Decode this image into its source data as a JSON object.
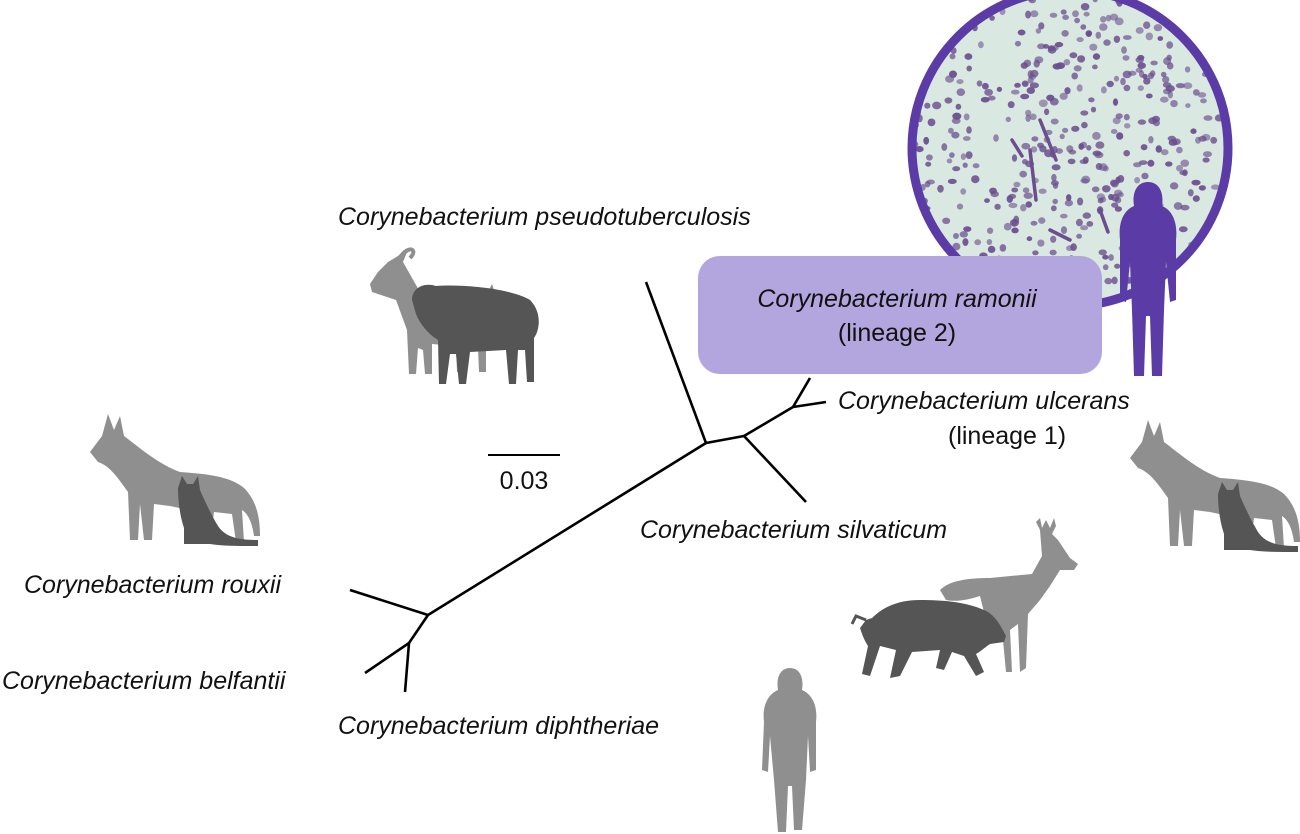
{
  "colors": {
    "branch": "#000000",
    "highlight_box": "#b3a5dd",
    "lineage2_accent": "#5b3ba6",
    "host_light": "#8f8f8f",
    "host_dark": "#555555",
    "micrograph_bg": "#d9e8e0",
    "micrograph_cells": "#6a4e8e"
  },
  "scale_bar": {
    "label": "0.03"
  },
  "taxa": {
    "pseudotuberculosis": "Corynebacterium pseudotuberculosis",
    "ramonii": "Corynebacterium ramonii",
    "ramonii_lineage": "(lineage 2)",
    "ulcerans": "Corynebacterium ulcerans",
    "ulcerans_lineage": "(lineage 1)",
    "silvaticum": "Corynebacterium silvaticum",
    "rouxii": "Corynebacterium rouxii",
    "belfantii": "Corynebacterium belfantii",
    "diphtheriae": "Corynebacterium diphtheriae"
  },
  "icons": {
    "goat_sheep": "goat-and-sheep-silhouette",
    "dog_cat_left": "dog-and-cat-silhouette",
    "dog_cat_right": "dog-and-cat-silhouette",
    "boar_deer": "wild-boar-and-roe-deer-silhouette",
    "human_grey": "human-silhouette",
    "human_purple": "human-silhouette",
    "micrograph": "bacteria-micrograph"
  }
}
